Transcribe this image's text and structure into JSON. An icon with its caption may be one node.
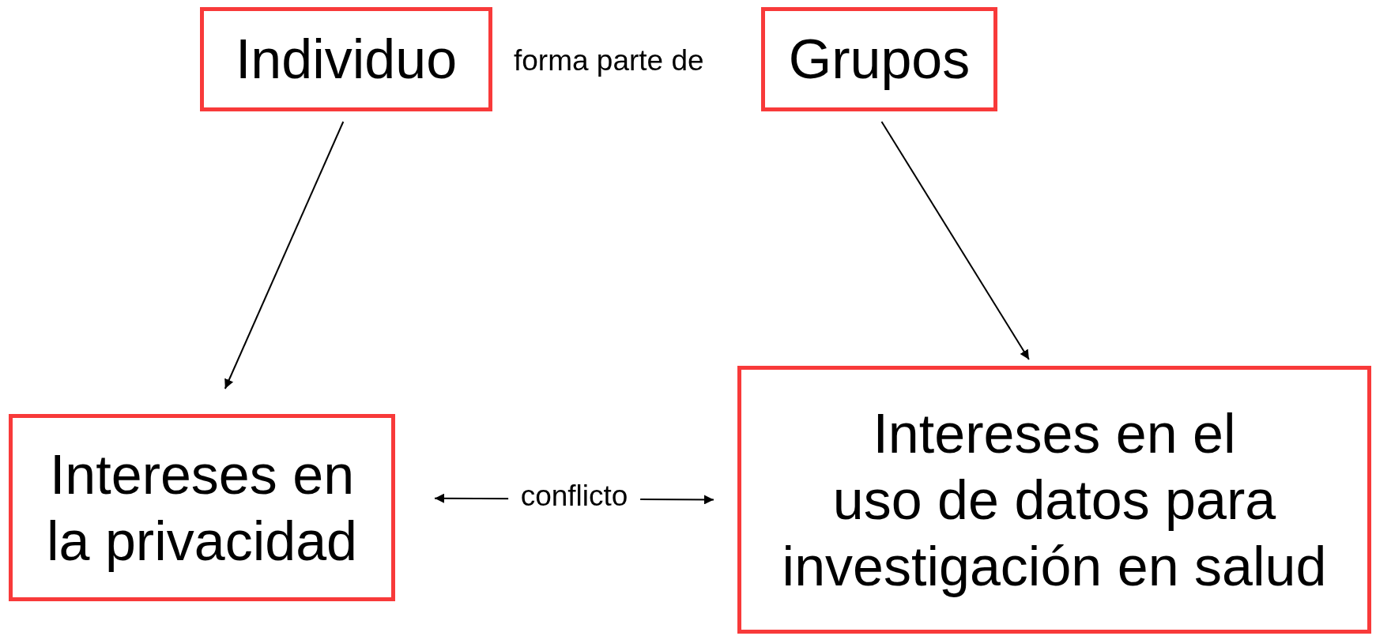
{
  "diagram": {
    "nodes": [
      {
        "text": [
          "Individuo"
        ]
      },
      {
        "text": [
          "Grupos"
        ]
      },
      {
        "text": [
          "Intereses en la privacidad"
        ]
      },
      {
        "text": [
          "Intereses en el uso de datos para investigación en salud"
        ]
      }
    ],
    "edges": [
      {
        "from": 0,
        "to": 2,
        "arrow": "to"
      },
      {
        "from": 1,
        "to": 3,
        "arrow": "to"
      },
      {
        "from": 2,
        "to": 3,
        "arrow": "both",
        "label": "conflicto"
      }
    ],
    "labels": [
      "forma parte de"
    ]
  }
}
